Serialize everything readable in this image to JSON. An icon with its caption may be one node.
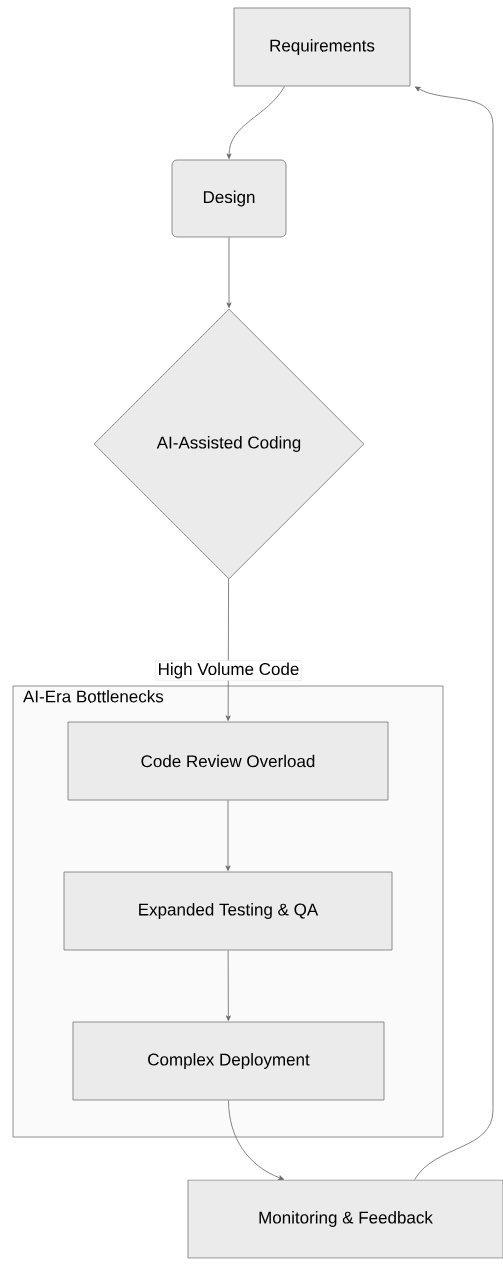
{
  "diagram": {
    "nodes": [
      {
        "text": [
          "Requirements"
        ]
      },
      {
        "text": [
          "Design"
        ]
      },
      {
        "text": [
          "AI-Assisted Coding"
        ]
      },
      {
        "text": [
          "AI-Era Bottlenecks"
        ]
      },
      {
        "text": [
          "Code Review Overload"
        ],
        "in": 3
      },
      {
        "text": [
          "Expanded Testing & QA"
        ],
        "in": 3
      },
      {
        "text": [
          "Complex Deployment"
        ],
        "in": 3
      },
      {
        "text": [
          "Monitoring & Feedback"
        ]
      }
    ],
    "edges": [
      {
        "from": 0,
        "to": 1,
        "arrow": "to"
      },
      {
        "from": 1,
        "to": 2,
        "arrow": "to"
      },
      {
        "from": 2,
        "to": 4,
        "arrow": "to",
        "label": "High Volume Code"
      },
      {
        "from": 4,
        "to": 5,
        "arrow": "to"
      },
      {
        "from": 5,
        "to": 6,
        "arrow": "to"
      },
      {
        "from": 6,
        "to": 7,
        "arrow": "to"
      },
      {
        "from": 7,
        "to": 0,
        "arrow": "to"
      }
    ]
  }
}
